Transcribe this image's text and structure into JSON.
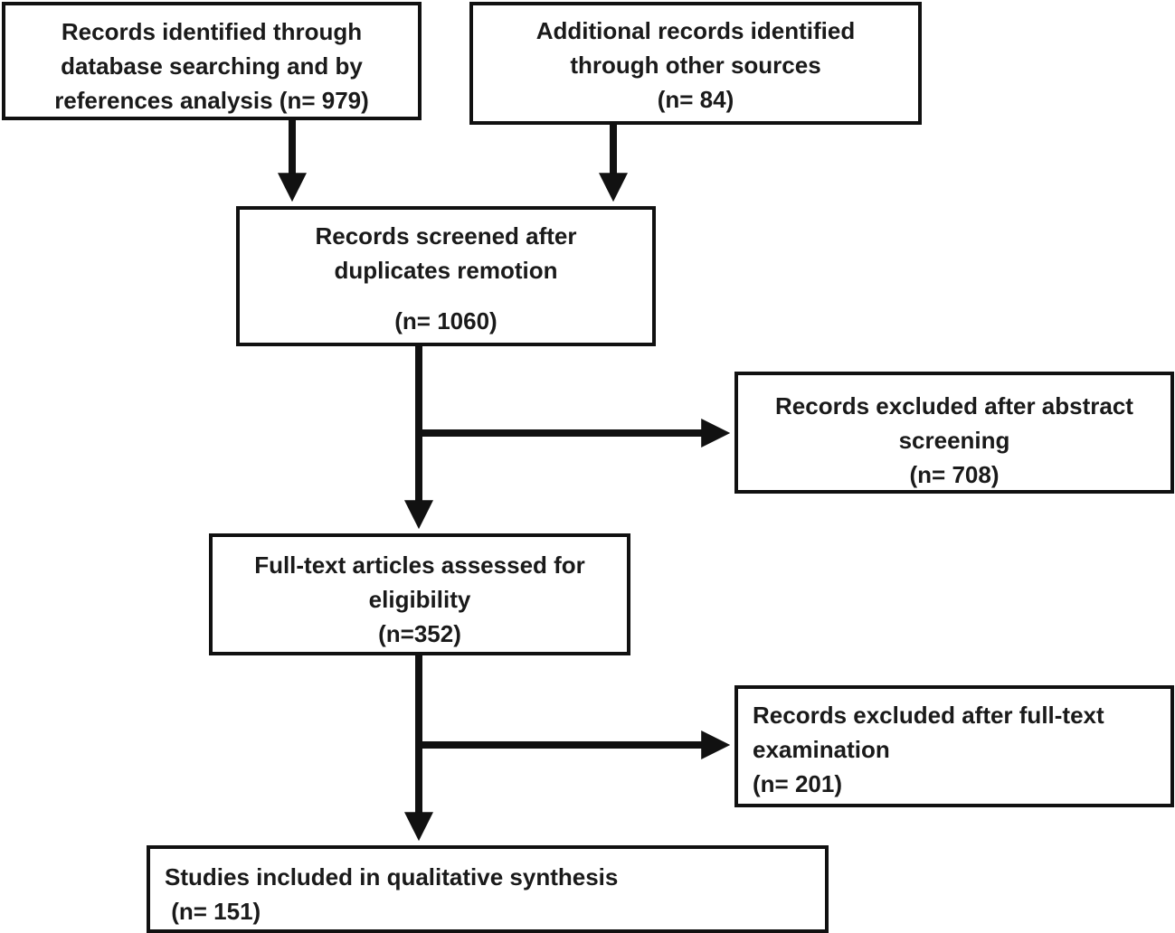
{
  "boxes": {
    "database_records": {
      "lines": [
        "Records identified through",
        "database searching and by",
        "references analysis (n= 979)"
      ]
    },
    "other_sources": {
      "lines": [
        "Additional records identified",
        "through other sources",
        "(n= 84)"
      ]
    },
    "screened": {
      "lines": [
        "Records screened after",
        "duplicates remotion",
        "(n= 1060)"
      ]
    },
    "excluded_abstract": {
      "lines": [
        "Records excluded after abstract",
        "screening",
        "(n= 708)"
      ]
    },
    "full_text": {
      "lines": [
        "Full-text articles assessed for",
        "eligibility",
        "(n=352)"
      ]
    },
    "excluded_fulltext": {
      "lines": [
        "Records excluded after full-text",
        "examination",
        "(n= 201)"
      ]
    },
    "included": {
      "lines": [
        "Studies included in qualitative synthesis",
        " (n= 151)"
      ]
    }
  },
  "colors": {
    "stroke": "#111111",
    "background": "#ffffff",
    "text": "#1a1a1a"
  }
}
